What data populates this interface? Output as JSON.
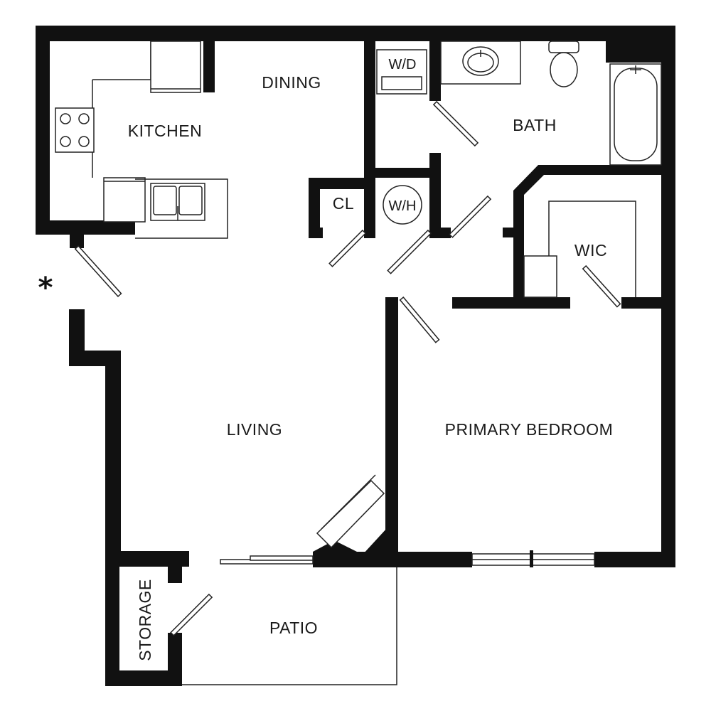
{
  "rooms": {
    "kitchen": "KITCHEN",
    "dining": "DINING",
    "washer_dryer": "W/D",
    "bath": "BATH",
    "closet": "CL",
    "water_heater": "W/H",
    "walk_in_closet": "WIC",
    "living": "LIVING",
    "primary_bedroom": "PRIMARY BEDROOM",
    "storage": "STORAGE",
    "patio": "PATIO"
  },
  "entry_marker": "*",
  "colors": {
    "wall": "#111111",
    "background": "#ffffff",
    "line": "#222222"
  }
}
